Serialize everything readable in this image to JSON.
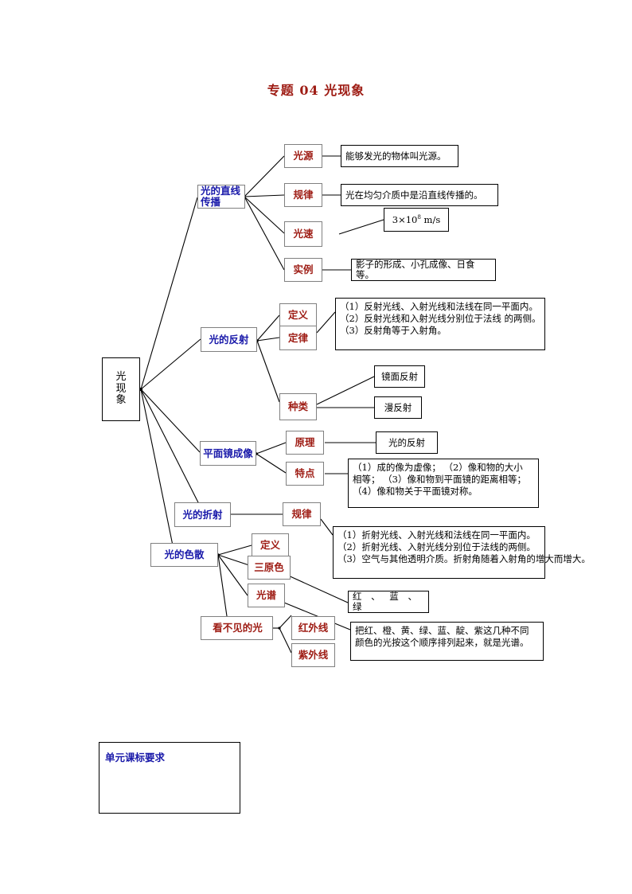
{
  "title": "专题 04  光现象",
  "center": {
    "label": "光现象"
  },
  "branches": {
    "propagation": {
      "label": "光的直线传播"
    },
    "reflection": {
      "label": "光的反射"
    },
    "mirror": {
      "label": "平面镜成像"
    },
    "refraction": {
      "label": "光的折射"
    },
    "dispersion": {
      "label": "光的色散"
    },
    "invisible": {
      "label": "看不见的光"
    }
  },
  "subs": {
    "source": "光源",
    "rule_prop": "规律",
    "speed": "光速",
    "example": "实例",
    "definition_ref": "定义",
    "law_ref": "定律",
    "types": "种类",
    "principle": "原理",
    "features": "特点",
    "rule_refr": "规律",
    "definition_dis": "定义",
    "primary_colors": "三原色",
    "spectrum": "光谱",
    "infrared": "红外线",
    "ultraviolet": "紫外线"
  },
  "leaves": {
    "source_text": "能够发光的物体叫光源。",
    "rule_prop_text": "光在均匀介质中是沿直线传播的。",
    "speed_value_prefix": "3×10",
    "speed_value_exp": "8",
    "speed_value_unit": " m/s",
    "example_text": "影子的形成、小孔成像、日食等。",
    "reflection_law": [
      "（1）反射光线、入射光线和法线在同一平面内。",
      "（2）反射光线和入射光线分别位于法线 的两侧。",
      "（3）反射角等于入射角。"
    ],
    "specular": "镜面反射",
    "diffuse": "漫反射",
    "principle_text": "光的反射",
    "mirror_features": [
      "（1）成的像为虚像；  （2）像和物的大小",
      "相等；  （3）像和物到平面镜的距离相等；",
      "（4）像和物关于平面镜对称。"
    ],
    "refraction_law": [
      "（1）折射光线、入射光线和法线在同一平面内。",
      "（2）折射光线、入射光线分别位于法线的两侧。",
      "（3）空气与其他透明介质。折射角随着入射角的增大而增大。"
    ],
    "primary_colors_text": "红 、 蓝 、 绿",
    "spectrum_text": [
      "把红、橙、黄、绿、蓝、靛、紫这几种不同",
      "颜色的光按这个顺序排列起来，就是光谱。"
    ]
  },
  "footer": {
    "requirement_label": "单元课标要求"
  },
  "colors": {
    "title": "#9e1c14",
    "branch_text": "#1a1aaa",
    "sub_text": "#9e1c14",
    "leaf_text": "#000000",
    "line": "#000000",
    "box_border": "#808080"
  }
}
